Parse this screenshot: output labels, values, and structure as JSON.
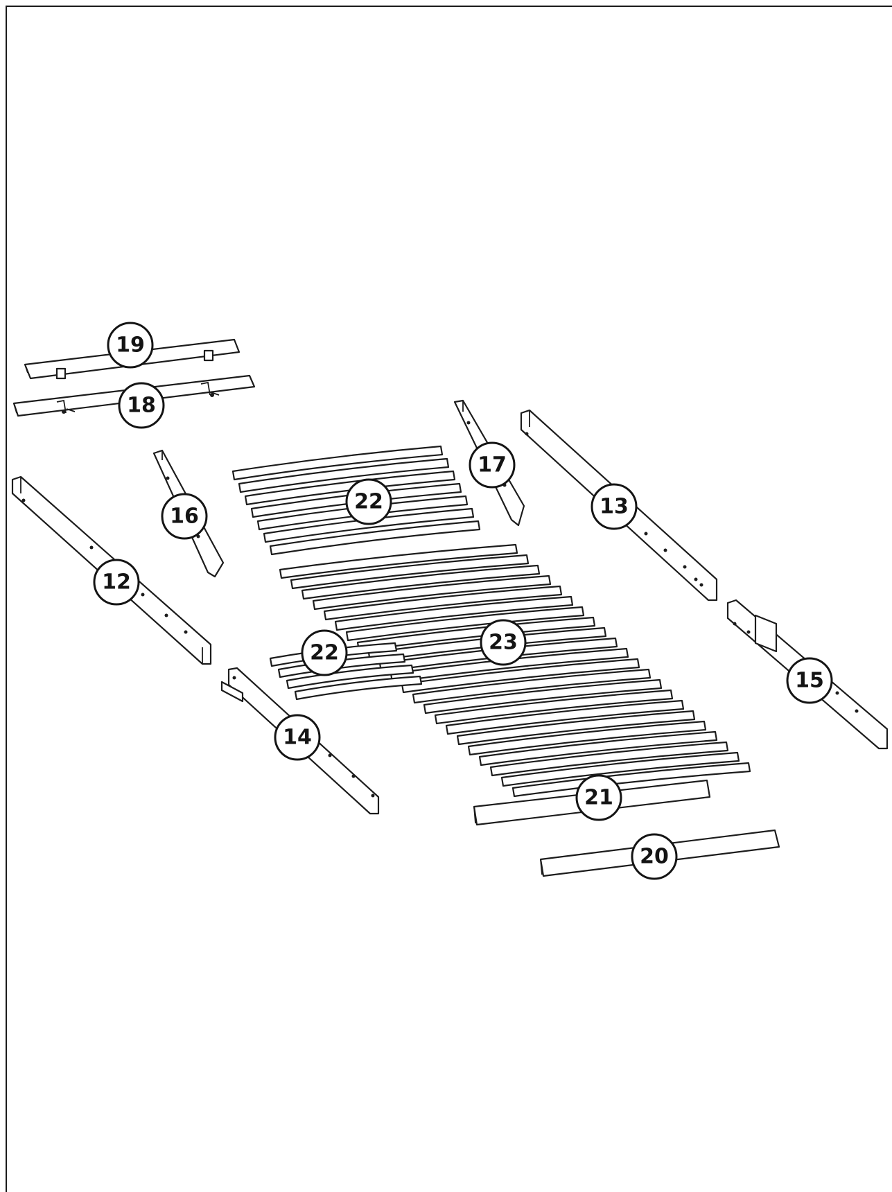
{
  "diagram": {
    "callouts": {
      "part_12": "12",
      "part_13": "13",
      "part_14": "14",
      "part_15": "15",
      "part_16": "16",
      "part_17": "17",
      "part_18": "18",
      "part_19": "19",
      "part_20": "20",
      "part_21": "21",
      "part_22_upper": "22",
      "part_22_lower": "22",
      "part_23": "23"
    },
    "slat_counts": {
      "part_22_upper": 7,
      "part_22_lower": 4,
      "part_23": 22
    }
  }
}
